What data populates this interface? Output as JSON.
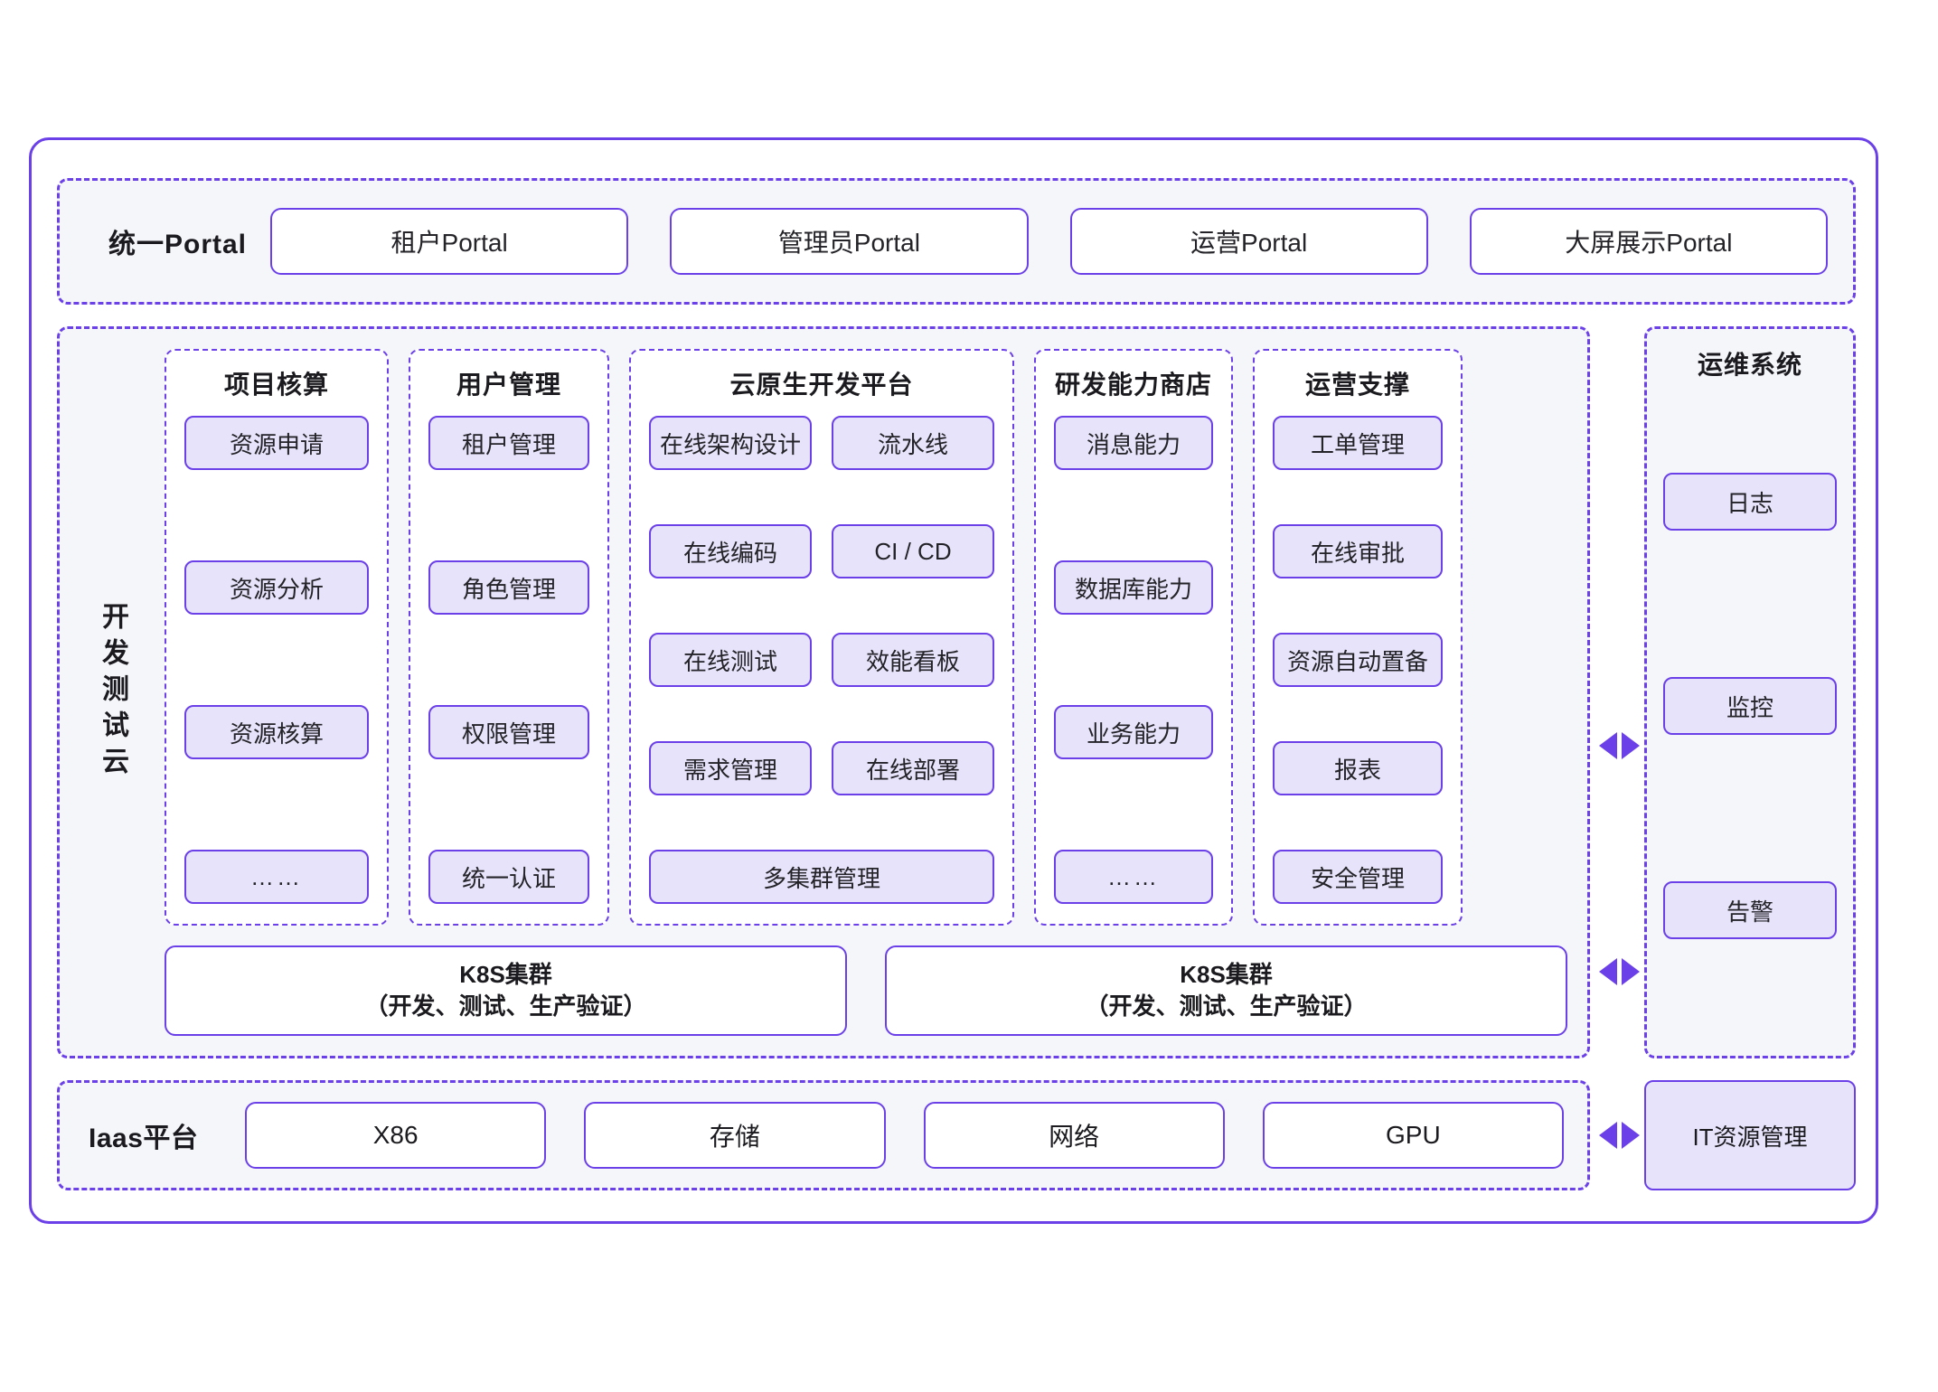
{
  "portal": {
    "label": "统一Portal",
    "cards": [
      {
        "label": "租户Portal"
      },
      {
        "label": "管理员Portal"
      },
      {
        "label": "运营Portal"
      },
      {
        "label": "大屏展示Portal"
      }
    ]
  },
  "devtest": {
    "label": "开发测试云",
    "groups": {
      "project": {
        "title": "项目核算",
        "items": [
          "资源申请",
          "资源分析",
          "资源核算",
          "……"
        ]
      },
      "user": {
        "title": "用户管理",
        "items": [
          "租户管理",
          "角色管理",
          "权限管理",
          "统一认证"
        ]
      },
      "cloud": {
        "title": "云原生开发平台",
        "rows": [
          [
            "在线架构设计",
            "流水线"
          ],
          [
            "在线编码",
            "CI / CD"
          ],
          [
            "在线测试",
            "效能看板"
          ],
          [
            "需求管理",
            "在线部署"
          ]
        ],
        "full_width_item": "多集群管理"
      },
      "ability": {
        "title": "研发能力商店",
        "items": [
          "消息能力",
          "数据库能力",
          "业务能力",
          "……"
        ]
      },
      "opsupport": {
        "title": "运营支撑",
        "items": [
          "工单管理",
          "在线审批",
          "资源自动置备",
          "报表",
          "安全管理"
        ]
      }
    },
    "k8s": [
      {
        "line1": "K8S集群",
        "line2": "（开发、测试、生产验证）"
      },
      {
        "line1": "K8S集群",
        "line2": "（开发、测试、生产验证）"
      }
    ]
  },
  "opssys": {
    "title": "运维系统",
    "items": [
      "日志",
      "监控",
      "告警"
    ]
  },
  "iaas": {
    "label": "Iaas平台",
    "cards": [
      "X86",
      "存储",
      "网络",
      "GPU"
    ],
    "it_resource": "IT资源管理"
  },
  "colors": {
    "accent": "#6b40e8",
    "pill_fill": "#e7e3fa",
    "section_fill": "#f5f6fa",
    "card_fill": "#ffffff",
    "text": "#232328"
  }
}
